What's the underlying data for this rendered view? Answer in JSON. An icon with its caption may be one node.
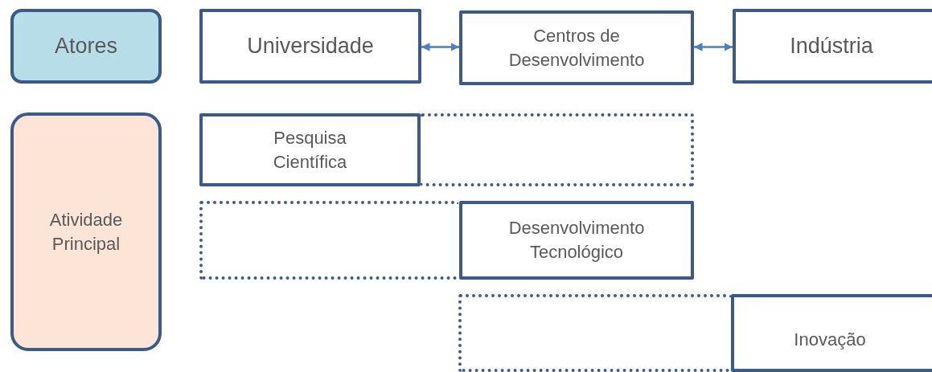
{
  "diagram": {
    "nodes": [
      {
        "text": [
          "Atores"
        ]
      },
      {
        "text": [
          "Universidade"
        ]
      },
      {
        "text": [
          "Centros de Desenvolvimento"
        ]
      },
      {
        "text": [
          "Indústria"
        ]
      },
      {
        "text": [
          "Atividade Principal"
        ]
      },
      {
        "text": [
          "Pesquisa Científica"
        ]
      },
      {
        "text": [],
        "shape": "box"
      },
      {
        "text": [],
        "shape": "box"
      },
      {
        "text": [
          "Desenvolvimento Tecnológico"
        ]
      },
      {
        "text": [],
        "shape": "box"
      },
      {
        "text": [
          "Inovação"
        ]
      }
    ],
    "edges": [
      {
        "from": 1,
        "to": 2,
        "arrow": "both",
        "color": "#4a7fc0"
      },
      {
        "from": 2,
        "to": 3,
        "arrow": "both",
        "color": "#4a7fc0"
      }
    ]
  }
}
